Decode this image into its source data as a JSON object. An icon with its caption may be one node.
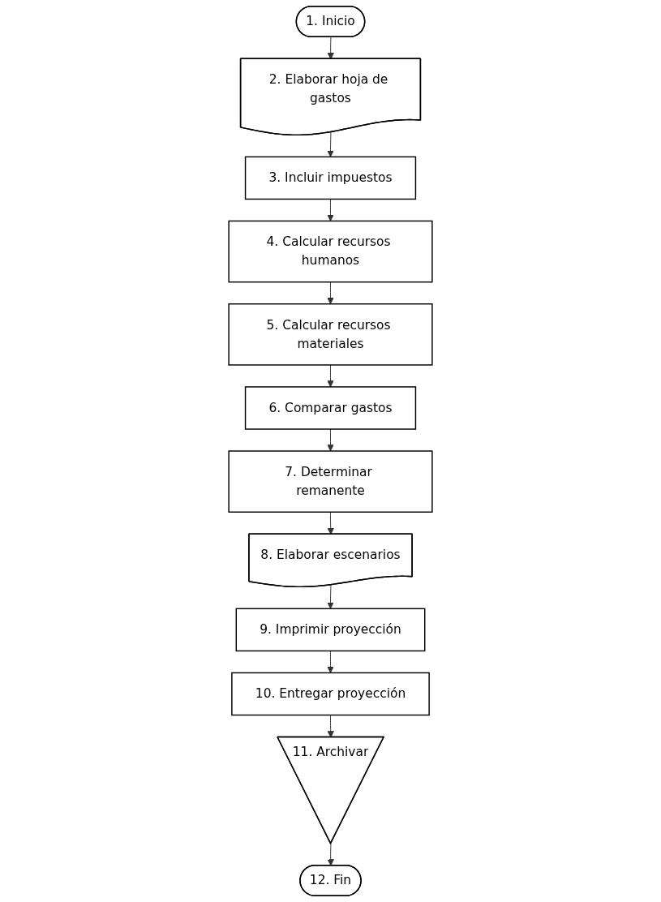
{
  "diagram": {
    "nodes": [
      {
        "text": [
          "1. Inicio"
        ]
      },
      {
        "text": [
          "2. Elaborar hoja de gastos"
        ]
      },
      {
        "text": [
          "3. Incluir impuestos"
        ]
      },
      {
        "text": [
          "4. Calcular recursos humanos"
        ]
      },
      {
        "text": [
          "5. Calcular recursos materiales"
        ]
      },
      {
        "text": [
          "6. Comparar gastos"
        ]
      },
      {
        "text": [
          "7. Determinar remanente"
        ]
      },
      {
        "text": [
          "8. Elaborar escenarios"
        ]
      },
      {
        "text": [
          "9. Imprimir proyección"
        ]
      },
      {
        "text": [
          "10. Entregar proyección"
        ]
      },
      {
        "text": [
          "11. Archivar"
        ]
      },
      {
        "text": [
          "12. Fin"
        ]
      }
    ],
    "edges": [
      {
        "from": 0,
        "to": 1,
        "arrow": "to"
      },
      {
        "from": 1,
        "to": 2,
        "arrow": "to"
      },
      {
        "from": 2,
        "to": 3,
        "arrow": "to"
      },
      {
        "from": 3,
        "to": 4,
        "arrow": "to"
      },
      {
        "from": 4,
        "to": 5,
        "arrow": "to"
      },
      {
        "from": 5,
        "to": 6,
        "arrow": "to"
      },
      {
        "from": 6,
        "to": 7,
        "arrow": "to"
      },
      {
        "from": 7,
        "to": 8,
        "arrow": "to"
      },
      {
        "from": 8,
        "to": 9,
        "arrow": "to"
      },
      {
        "from": 9,
        "to": 10,
        "arrow": "to"
      },
      {
        "from": 10,
        "to": 11,
        "arrow": "to"
      }
    ]
  }
}
